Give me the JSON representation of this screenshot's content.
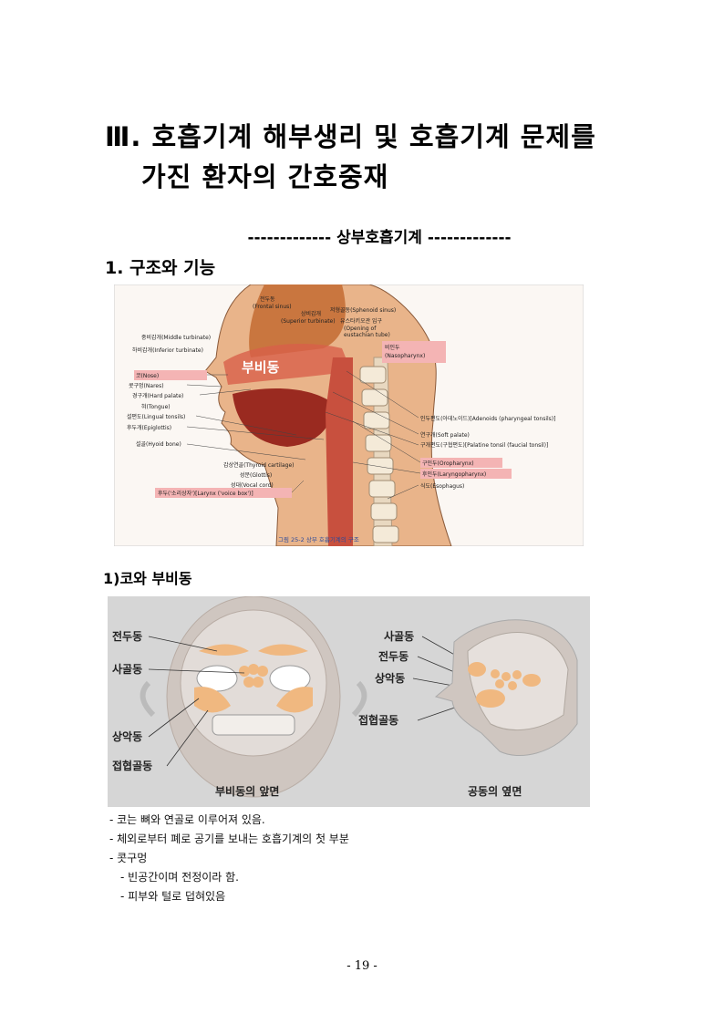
{
  "title": {
    "line1": "Ⅲ. 호흡기계 해부생리 및 호흡기계 문제를",
    "line2": "가진 환자의 간호중재"
  },
  "section_divider": "------------- 상부호흡기계 -------------",
  "heading1": "1. 구조와 기능",
  "figure1": {
    "big_label": "부비동",
    "caption": "그림 25-2  상부 호흡기계의 구조",
    "labels": {
      "frontal": "전두동\n(Frontal sinus)",
      "sup_turb": "상비갑개\n(Superior turbinate)",
      "sphenoid": "저형골동(Sphenoid sinus)",
      "eust": "유스타키오관 입구\n(Opening of\neustachian tube)",
      "nasophar": "비인두\n(Nasopharynx)",
      "mid_turb": "중비갑개(Middle turbinate)",
      "inf_turb": "하비갑개(Inferior turbinate)",
      "nose": "코(Nose)",
      "nares": "콧구멍(Nares)",
      "hard_pal": "경구개(Hard palate)",
      "tongue": "혀(Tongue)",
      "ling_ton": "설편도(Lingual tonsils)",
      "epiglot": "후두개(Epiglottis)",
      "hyoid": "설골(Hyoid bone)",
      "adenoid": "인두편도(아데노이드)[Adenoids (pharyngeal tonsils)]",
      "soft_pal": "연구개(Soft palate)",
      "pal_ton": "구개편도(구협편도)[Palatine tonsil (faucial tonsil)]",
      "oropha": "구인두(Oropharynx)",
      "laryngo": "후인두(Laryngopharynx)",
      "esoph": "식도(Esophagus)",
      "thyroid": "갑상연골(Thyroid cartilage)",
      "glottis": "성문(Glottis)",
      "vocal": "성대(Vocal cord)",
      "larynx": "후두('소리상자')[Larynx ('voice box')]"
    }
  },
  "heading2": "1)코와 부비동",
  "figure2": {
    "left": {
      "frontal": "전두동",
      "ethmoid": "사골동",
      "maxillary": "상악동",
      "sphenoid": "접협골동",
      "caption": "부비동의 앞면"
    },
    "right": {
      "ethmoid": "사골동",
      "frontal": "전두동",
      "maxillary": "상악동",
      "sphenoid": "접협골동",
      "caption": "공동의 옆면"
    }
  },
  "bullets": [
    "- 코는 뼈와 연골로 이루어져 있음.",
    "- 체외로부터 폐로 공기를 보내는 호흡기계의 첫 부분",
    "- 콧구멍",
    "- 빈공간이며 전정이라 함.",
    "- 피부와 털로 덥혀있음"
  ],
  "page_number": "- 19 -",
  "colors": {
    "sinus": "#f0b880",
    "tissue": "#b04a3a",
    "highlight": "#f4b4b4",
    "figbg": "#d6d6d6"
  }
}
